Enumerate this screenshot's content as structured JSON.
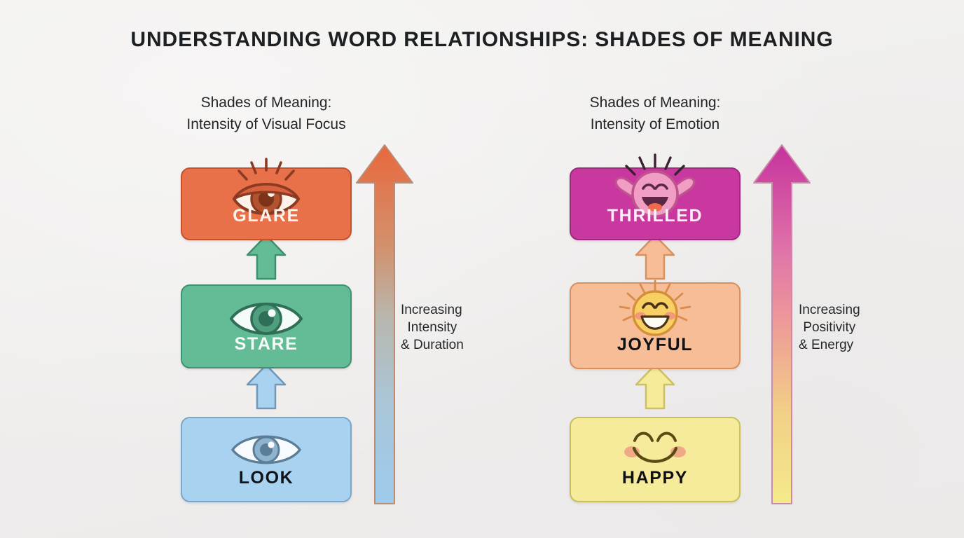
{
  "page": {
    "title": "UNDERSTANDING WORD RELATIONSHIPS: SHADES OF MEANING",
    "background_color": "#f0efee"
  },
  "columns": [
    {
      "id": "visual-focus",
      "header_line1": "Shades of Meaning:",
      "header_line2": "Intensity of Visual Focus",
      "axis_label_line1": "Increasing",
      "axis_label_line2": "Intensity",
      "axis_label_line3": "& Duration",
      "gradient_from": "#9ccbec",
      "gradient_to": "#e8663a",
      "steps": [
        {
          "word": "GLARE",
          "rank": 3,
          "icon": "intense-eye-icon",
          "fill": "#e8714a",
          "border": "#c5522f",
          "text_color": "#fdf3ee"
        },
        {
          "word": "STARE",
          "rank": 2,
          "icon": "open-eye-icon",
          "fill": "#64bc96",
          "border": "#3f9272",
          "text_color": "#f4fbf8"
        },
        {
          "word": "LOOK",
          "rank": 1,
          "icon": "soft-eye-icon",
          "fill": "#a8d2f0",
          "border": "#7aa8cc",
          "text_color": "#101418"
        }
      ],
      "connectors": [
        {
          "from": "LOOK",
          "to": "STARE",
          "fill": "#a8d2f0",
          "border": "#7197b8"
        },
        {
          "from": "STARE",
          "to": "GLARE",
          "fill": "#64bc96",
          "border": "#3f8f70"
        }
      ]
    },
    {
      "id": "emotion",
      "header_line1": "Shades of Meaning:",
      "header_line2": "Intensity of Emotion",
      "axis_label_line1": "Increasing",
      "axis_label_line2": "Positivity",
      "axis_label_line3": "& Energy",
      "gradient_from": "#f5ea8a",
      "gradient_to": "#c62f9c",
      "steps": [
        {
          "word": "THRILLED",
          "rank": 3,
          "icon": "cheering-face-icon",
          "fill": "#c9389f",
          "border": "#9e2a7d",
          "text_color": "#fdf0f8"
        },
        {
          "word": "JOYFUL",
          "rank": 2,
          "icon": "beaming-sun-face-icon",
          "fill": "#f7bd96",
          "border": "#d98f60",
          "text_color": "#0f1216"
        },
        {
          "word": "HAPPY",
          "rank": 1,
          "icon": "smiling-face-icon",
          "fill": "#f5eb9a",
          "border": "#cbbf5c",
          "text_color": "#0f1216"
        }
      ],
      "connectors": [
        {
          "from": "HAPPY",
          "to": "JOYFUL",
          "fill": "#f5eb9a",
          "border": "#cdbf62"
        },
        {
          "from": "JOYFUL",
          "to": "THRILLED",
          "fill": "#f7bd96",
          "border": "#d8925f"
        }
      ]
    }
  ]
}
